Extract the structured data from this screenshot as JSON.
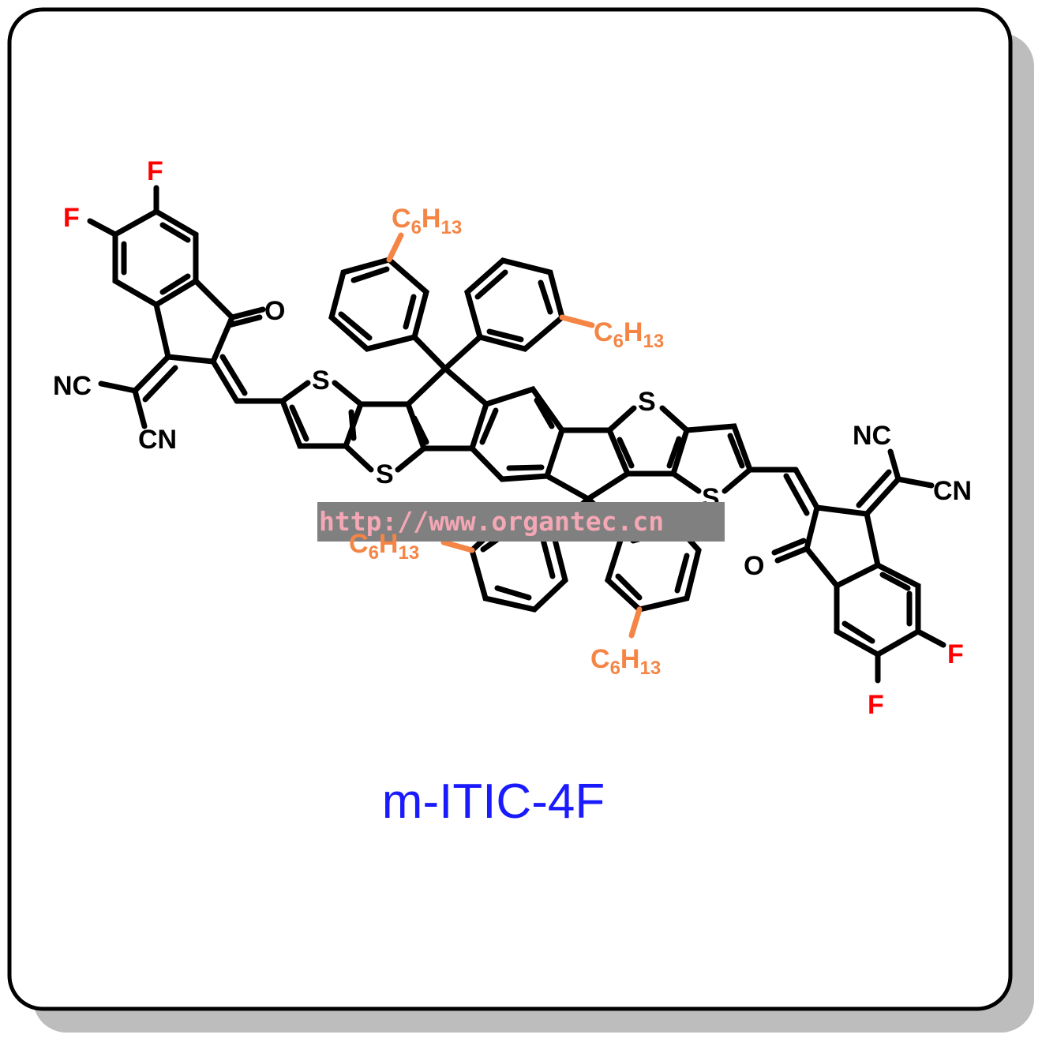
{
  "molecule": {
    "name": "m-ITIC-4F",
    "name_color": "#1a1aff"
  },
  "atom_labels": {
    "fluorine": "F",
    "sulfur": "S",
    "oxygen": "O",
    "nitrile_left": "NC",
    "nitrile_right": "CN",
    "alkyl_C": "C",
    "alkyl_C_sub": "6",
    "alkyl_H": "H",
    "alkyl_H_sub": "13"
  },
  "watermark": {
    "text": "http://www.organtec.cn"
  },
  "colors": {
    "bond": "#000000",
    "fluorine": "#ff0000",
    "alkyl": "#f58545",
    "frame_shadow": "#bdbdbd",
    "watermark_box": "#808080",
    "watermark_text": "#f4a7b4"
  }
}
